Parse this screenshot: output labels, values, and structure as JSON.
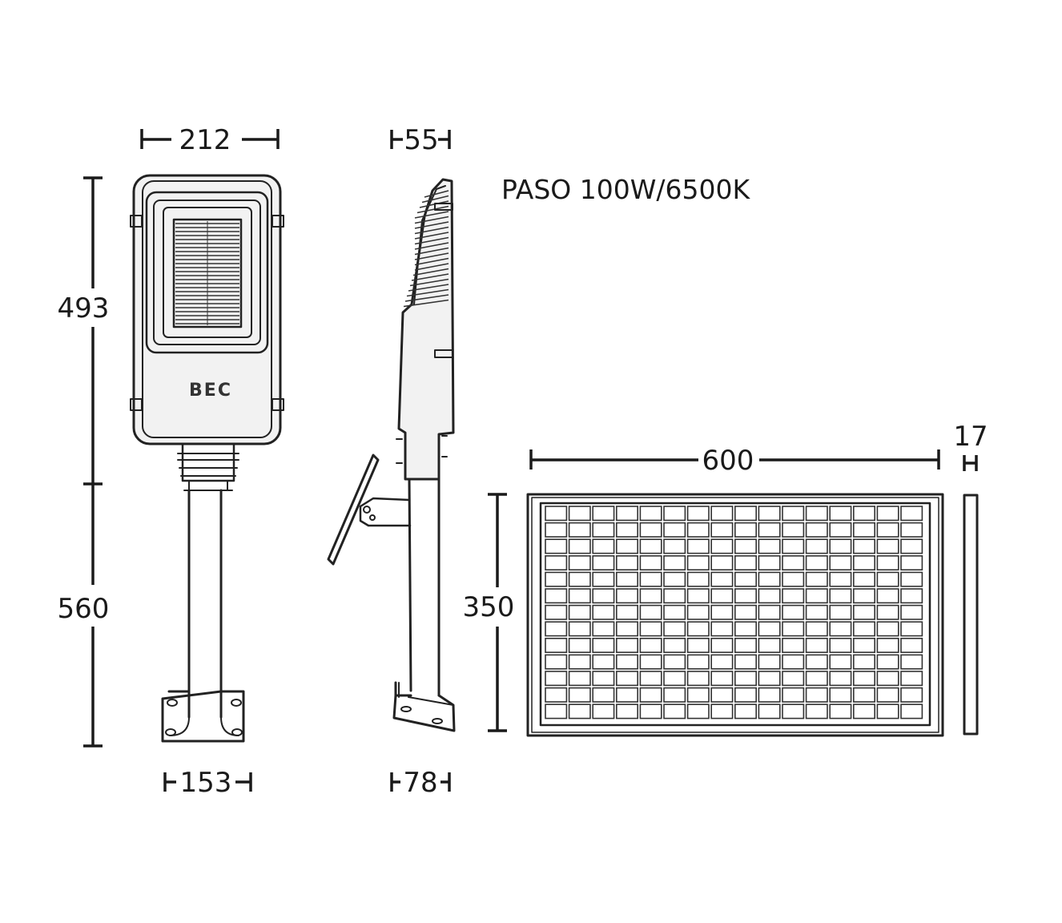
{
  "title": "PASO 100W/6500K",
  "brand": "BEC",
  "dimensions": {
    "front_width": "212",
    "side_width": "55",
    "lamp_height": "493",
    "pole_height": "560",
    "base_width_front": "153",
    "base_width_side": "78",
    "panel_width": "600",
    "panel_height": "350",
    "panel_thickness": "17"
  },
  "colors": {
    "line": "#222222",
    "body_fill": "#f2f2f2",
    "background": "#ffffff"
  }
}
